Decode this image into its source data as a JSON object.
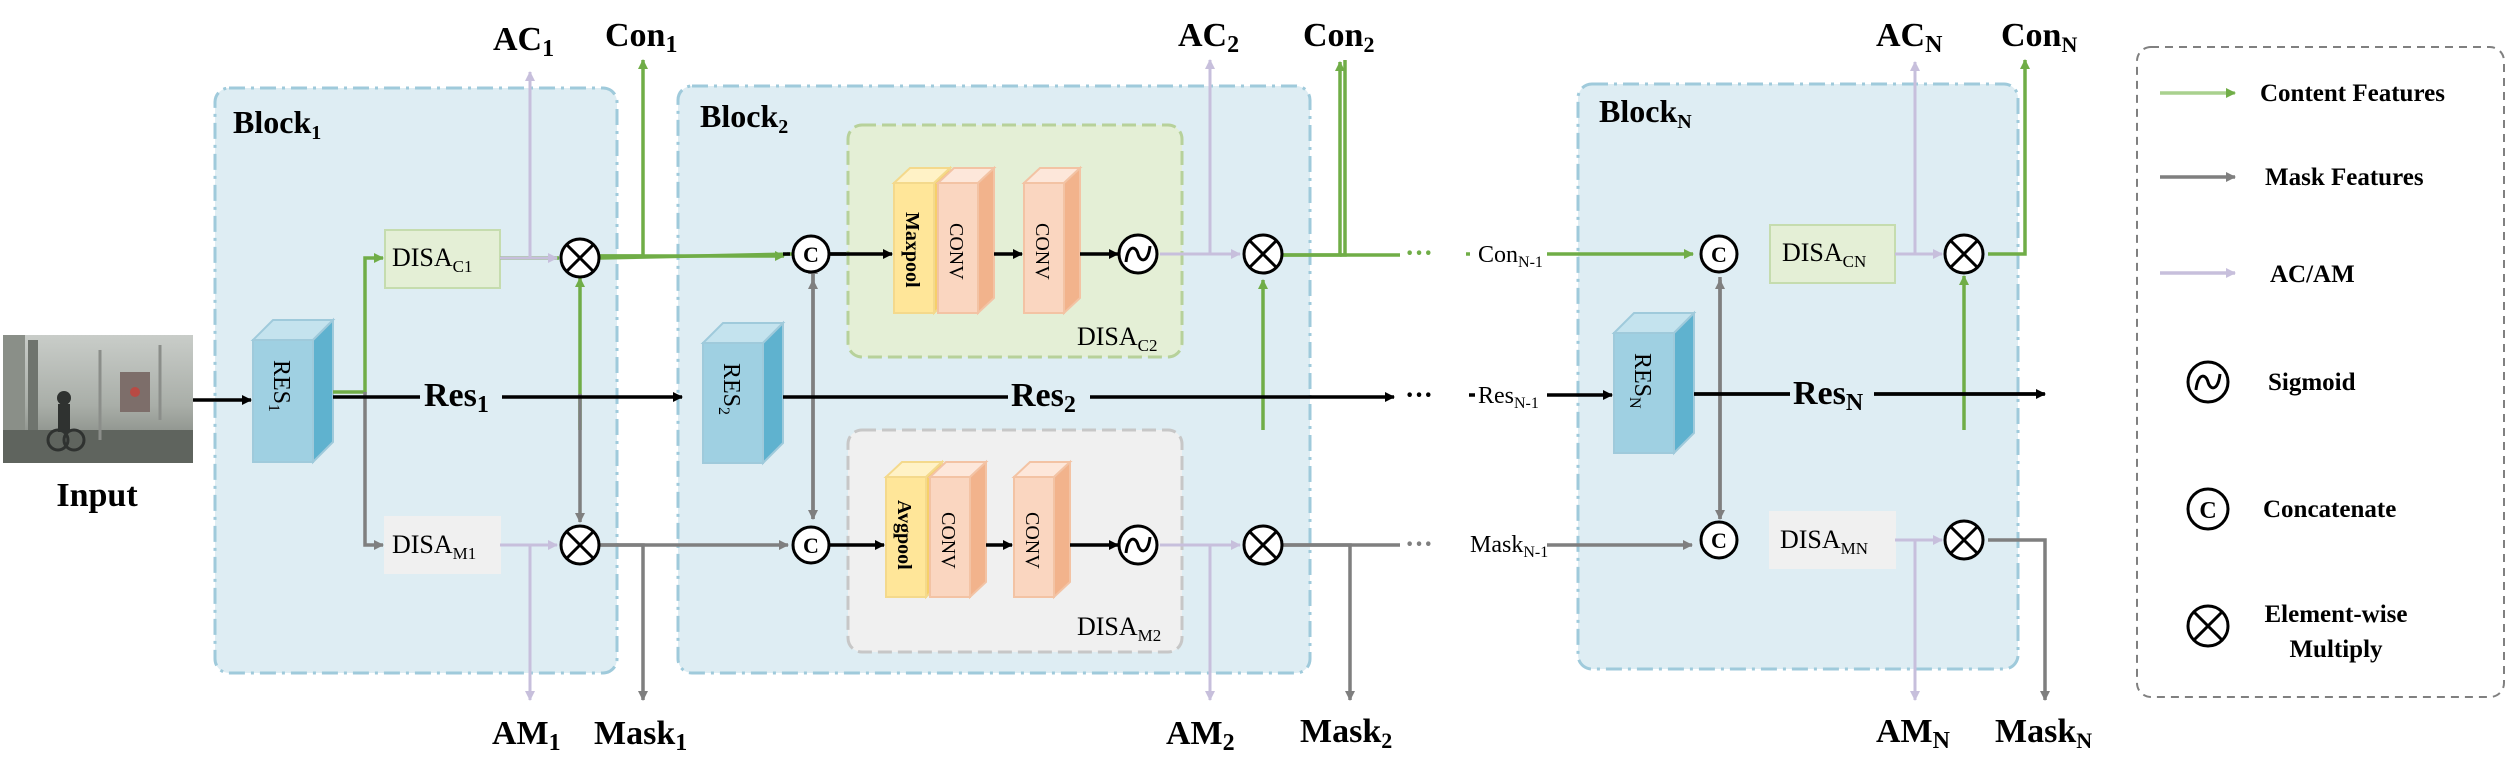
{
  "input": {
    "label": "Input"
  },
  "blocks": [
    {
      "label": "Block",
      "sub": "1"
    },
    {
      "label": "Block",
      "sub": "2"
    },
    {
      "label": "Block",
      "sub": "N"
    }
  ],
  "res_boxes": [
    {
      "label": "RES",
      "sub": "1"
    },
    {
      "label": "RES",
      "sub": "2"
    },
    {
      "label": "RES",
      "sub": "N"
    }
  ],
  "disa": {
    "c1": {
      "label": "DISA",
      "sub": "C1"
    },
    "m1": {
      "label": "DISA",
      "sub": "M1"
    },
    "cn": {
      "label": "DISA",
      "sub": "CN"
    },
    "mn": {
      "label": "DISA",
      "sub": "MN"
    },
    "c2": {
      "label": "DISA",
      "sub": "C2"
    },
    "m2": {
      "label": "DISA",
      "sub": "M2"
    }
  },
  "inner_modules": {
    "c2": [
      "Maxpool",
      "CONV",
      "CONV"
    ],
    "m2": [
      "Avgpool",
      "CONV",
      "CONV"
    ]
  },
  "outputs_top": [
    {
      "label": "AC",
      "sub": "1"
    },
    {
      "label": "Con",
      "sub": "1"
    },
    {
      "label": "AC",
      "sub": "2"
    },
    {
      "label": "Con",
      "sub": "2"
    },
    {
      "label": "AC",
      "sub": "N"
    },
    {
      "label": "Con",
      "sub": "N"
    }
  ],
  "outputs_bottom": [
    {
      "label": "AM",
      "sub": "1"
    },
    {
      "label": "Mask",
      "sub": "1"
    },
    {
      "label": "AM",
      "sub": "2"
    },
    {
      "label": "Mask",
      "sub": "2"
    },
    {
      "label": "AM",
      "sub": "N"
    },
    {
      "label": "Mask",
      "sub": "N"
    }
  ],
  "res_flow": [
    {
      "label": "Res",
      "sub": "1"
    },
    {
      "label": "Res",
      "sub": "2"
    },
    {
      "label": "Res",
      "sub": "N"
    }
  ],
  "ellipsis_labels": {
    "con": {
      "dots": "···",
      "label": "Con",
      "sub": "N-1"
    },
    "res": {
      "dots": "···",
      "label": "Res",
      "sub": "N-1"
    },
    "mask": {
      "dots": "···",
      "label": "Mask",
      "sub": "N-1"
    }
  },
  "concat_symbol": "C",
  "legend": {
    "content": "Content Features",
    "mask": "Mask Features",
    "acam": "AC/AM",
    "sigmoid": "Sigmoid",
    "concat": "Concatenate",
    "multiply_line1": "Element-wise",
    "multiply_line2": "Multiply"
  },
  "colors": {
    "content": "#70ad47",
    "mask": "#7f7f7f",
    "acam": "#c7bfdc",
    "block_bg": "#deedf3",
    "block_border": "#9fcadb",
    "res_front": "#9fd0e2",
    "disa_c_bg": "#e4efd6",
    "disa_m_bg": "#f0f0f0",
    "pool": "#ffe699",
    "conv": "#fad6c0"
  }
}
